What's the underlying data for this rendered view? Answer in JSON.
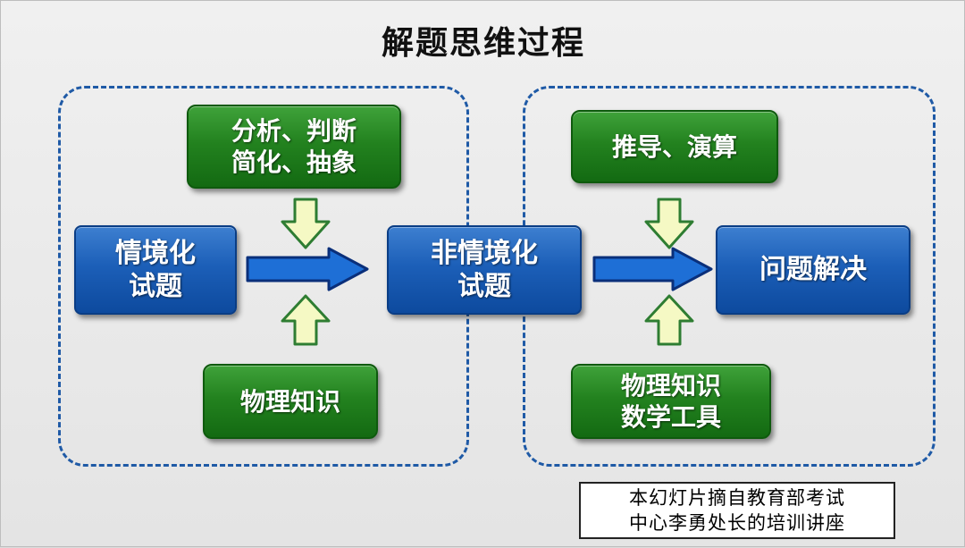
{
  "title": "解题思维过程",
  "nodes": {
    "situational": [
      "情境化",
      "试题"
    ],
    "nonsituational": [
      "非情境化",
      "试题"
    ],
    "solve": "问题解决",
    "analyze": [
      "分析、判断",
      "简化、抽象"
    ],
    "physics_knowledge_left": "物理知识",
    "derive": "推导、演算",
    "physics_math": [
      "物理知识",
      "数学工具"
    ]
  },
  "note": [
    "本幻灯片摘自教育部考试",
    "中心李勇处长的培训讲座"
  ],
  "colors": {
    "blue_box": "#1c5fb8",
    "green_box": "#23821f",
    "dashed_border": "#1f5aa6",
    "small_arrow_fill": "#f5f9c4",
    "small_arrow_stroke": "#2e7d32",
    "big_arrow_fill": "#1e6fd6",
    "big_arrow_stroke": "#0a2f7a"
  }
}
